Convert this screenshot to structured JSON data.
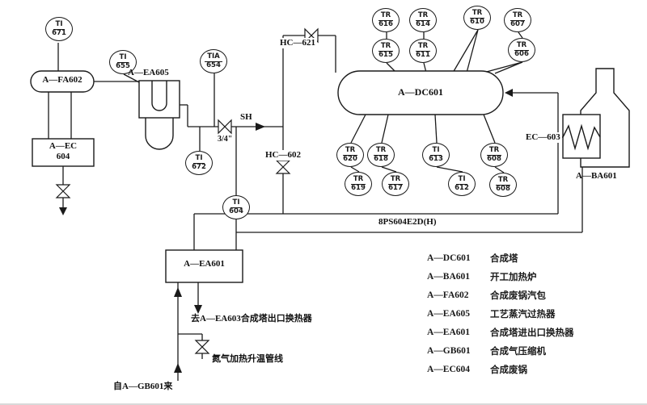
{
  "colors": {
    "ink": "#1a1a1a",
    "bg": "#ffffff"
  },
  "labels": {
    "fa602": "A—FA602",
    "ec604_l1": "A—EC",
    "ec604_l2": "604",
    "ea605": "A—EA605",
    "dc601": "A—DC601",
    "ba601": "A—BA601",
    "ec603": "EC—603",
    "ea601": "A—EA601",
    "hc621": "HC—621",
    "hc602": "HC—602",
    "sh": "SH",
    "sh_size": "3/4\"",
    "ps_line": "8PS604E2D(H)"
  },
  "annotations": {
    "to_ea603": "去A—EA603合成塔出口换热器",
    "n2_line": "氮气加热升温管线",
    "from_gb601": "自A—GB601来"
  },
  "instruments": [
    {
      "tag": "TI",
      "num": "671"
    },
    {
      "tag": "TI",
      "num": "655"
    },
    {
      "tag": "TIA",
      "num": "654"
    },
    {
      "tag": "TI",
      "num": "672"
    },
    {
      "tag": "TI",
      "num": "604"
    },
    {
      "tag": "TR",
      "num": "616"
    },
    {
      "tag": "TR",
      "num": "615"
    },
    {
      "tag": "TR",
      "num": "614"
    },
    {
      "tag": "TR",
      "num": "611"
    },
    {
      "tag": "TR",
      "num": "610"
    },
    {
      "tag": "TR",
      "num": "607"
    },
    {
      "tag": "TR",
      "num": "606"
    },
    {
      "tag": "TR",
      "num": "620"
    },
    {
      "tag": "TR",
      "num": "619"
    },
    {
      "tag": "TR",
      "num": "618"
    },
    {
      "tag": "TR",
      "num": "617"
    },
    {
      "tag": "TI",
      "num": "613"
    },
    {
      "tag": "TI",
      "num": "612"
    },
    {
      "tag": "TR",
      "num": "608"
    },
    {
      "tag": "TR",
      "num": "608"
    }
  ],
  "legend": [
    {
      "tag": "A—DC601",
      "name": "合成塔"
    },
    {
      "tag": "A—BA601",
      "name": "开工加热炉"
    },
    {
      "tag": "A—FA602",
      "name": "合成废锅汽包"
    },
    {
      "tag": "A—EA605",
      "name": "工艺蒸汽过热器"
    },
    {
      "tag": "A—EA601",
      "name": "合成塔进出口换热器"
    },
    {
      "tag": "A—GB601",
      "name": "合成气压缩机"
    },
    {
      "tag": "A—EC604",
      "name": "合成废锅"
    }
  ]
}
